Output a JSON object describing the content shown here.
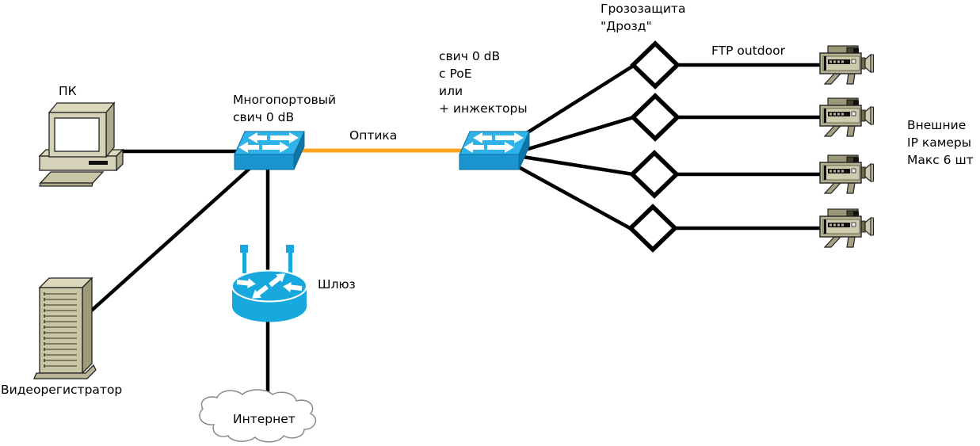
{
  "diagram": {
    "labels": {
      "pc": "ПК",
      "multiport_switch": "Многопортовый\nсвич 0 dB",
      "optics": "Оптика",
      "poe_switch": "свич 0 dB\nс PoE\nили\n+ инжекторы",
      "surge_protection": "Грозозащита\n\"Дрозд\"",
      "cable_type": "FTP outdoor",
      "cameras_note": "Внешние\nIP камеры\nМакс 6 шт",
      "gateway": "Шлюз",
      "dvr": "Видеорегистратор",
      "internet": "Интернет"
    },
    "counts": {
      "surge_protectors_shown": 4,
      "cameras_shown": 4
    },
    "colors": {
      "device_blue": "#18A9DE",
      "device_beige": "#CDC9AB",
      "optics_orange": "#FFA41E",
      "link": "#000000",
      "background": "#FFFFFF"
    },
    "icons": {
      "pc-icon": "desktop computer",
      "switch-icon": "network switch with traffic arrows",
      "router-icon": "wireless router cylinder with antennas",
      "camera-icon": "video camera",
      "dvr-icon": "tower server",
      "surge-diamond-icon": "diamond",
      "internet-cloud-icon": "cloud"
    }
  }
}
